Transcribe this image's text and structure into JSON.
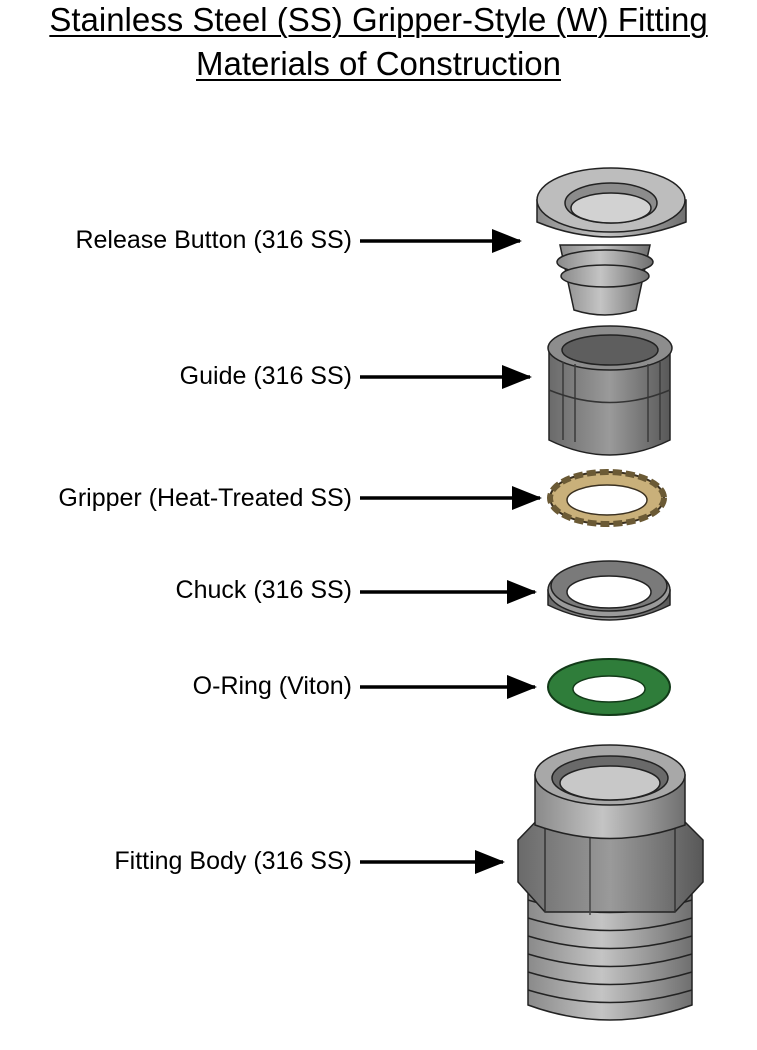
{
  "title": {
    "line1": "Stainless Steel (SS) Gripper-Style (W) Fitting",
    "line2": "Materials of Construction"
  },
  "components": [
    {
      "label": "Release Button (316 SS)"
    },
    {
      "label": "Guide (316 SS)"
    },
    {
      "label": "Gripper (Heat-Treated SS)"
    },
    {
      "label": "Chuck (316 SS)"
    },
    {
      "label": "O-Ring (Viton)"
    },
    {
      "label": "Fitting Body (316 SS)"
    }
  ],
  "colors": {
    "steel": "#a9a9a9",
    "steel_dark": "#6e6e6e",
    "gripper_gold": "#c9b07a",
    "oring_green": "#2f7d3a"
  }
}
